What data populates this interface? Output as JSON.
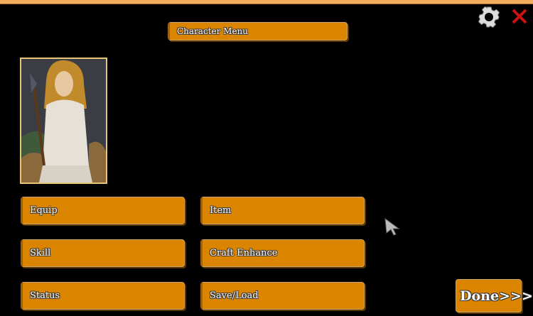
{
  "header": {
    "title": "Character Menu"
  },
  "menu": {
    "equip": "Equip",
    "item": "Item",
    "skill": "Skill",
    "craft": "Craft Enhance",
    "status": "Status",
    "saveload": "Save/Load"
  },
  "footer": {
    "done": "Done>>>"
  },
  "colors": {
    "button": "#db8400",
    "topbar": "#f4ad5e",
    "close": "#cc1111"
  }
}
